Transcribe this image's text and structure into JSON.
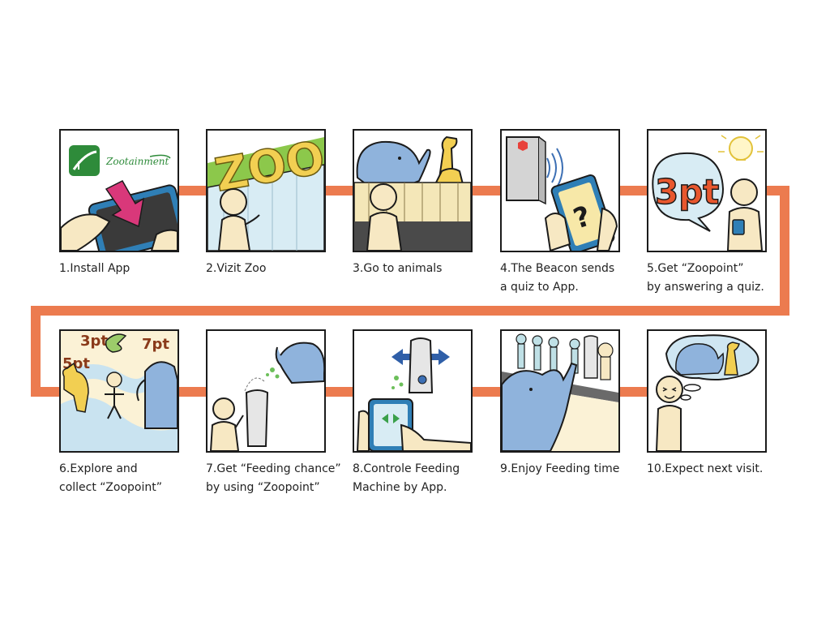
{
  "colors": {
    "connector": "#ec7b4f",
    "outline": "#1b1b1b",
    "skin": "#f7e8c3",
    "elephant": "#8fb3dc",
    "giraffe": "#f2cf52",
    "phone": "#2f7fb6",
    "arrow": "#d9387a",
    "wall": "#d8ecf4",
    "grass": "#8cc84b",
    "beacon_red": "#e8413a",
    "app_green": "#2e8b3a"
  },
  "panels": [
    {
      "caption": [
        "1.Install App"
      ],
      "app_name": "Zootainment",
      "icons": [
        "app-logo-icon",
        "phone-icon",
        "download-arrow-icon",
        "hand-icon"
      ]
    },
    {
      "caption": [
        "2.Vizit Zoo"
      ],
      "sign_text": "ZOO",
      "icons": [
        "person-icon",
        "zoo-sign-icon"
      ]
    },
    {
      "caption": [
        "3.Go to animals"
      ],
      "icons": [
        "elephant-icon",
        "giraffe-icon",
        "person-icon",
        "fence-icon"
      ]
    },
    {
      "caption": [
        "4.The Beacon sends",
        "a quiz to App."
      ],
      "quiz_mark": "?",
      "icons": [
        "beacon-icon",
        "signal-waves-icon",
        "phone-icon"
      ]
    },
    {
      "caption": [
        "5.Get “Zoopoint”",
        "by answering a quiz."
      ],
      "points_text": "3pt",
      "icons": [
        "speech-bubble-icon",
        "lightbulb-icon",
        "person-icon"
      ]
    },
    {
      "caption": [
        "6.Explore and",
        "collect “Zoopoint”"
      ],
      "point_labels": [
        "3pt",
        "7pt",
        "5pt"
      ],
      "icons": [
        "bird-icon",
        "cat-icon",
        "elephant-icon",
        "person-icon"
      ]
    },
    {
      "caption": [
        "7.Get “Feeding chance”",
        "by using “Zoopoint”"
      ],
      "icons": [
        "feeding-machine-icon",
        "elephant-icon",
        "person-icon"
      ]
    },
    {
      "caption": [
        "8.Controle Feeding",
        "Machine by App."
      ],
      "icons": [
        "feeding-machine-icon",
        "left-right-arrow-icon",
        "phone-icon",
        "hand-icon"
      ]
    },
    {
      "caption": [
        "9.Enjoy Feeding time"
      ],
      "icons": [
        "elephant-icon",
        "crowd-icon",
        "feeding-machine-icon"
      ]
    },
    {
      "caption": [
        "10.Expect next visit."
      ],
      "icons": [
        "thought-bubble-icon",
        "elephant-icon",
        "giraffe-icon",
        "person-icon"
      ]
    }
  ]
}
